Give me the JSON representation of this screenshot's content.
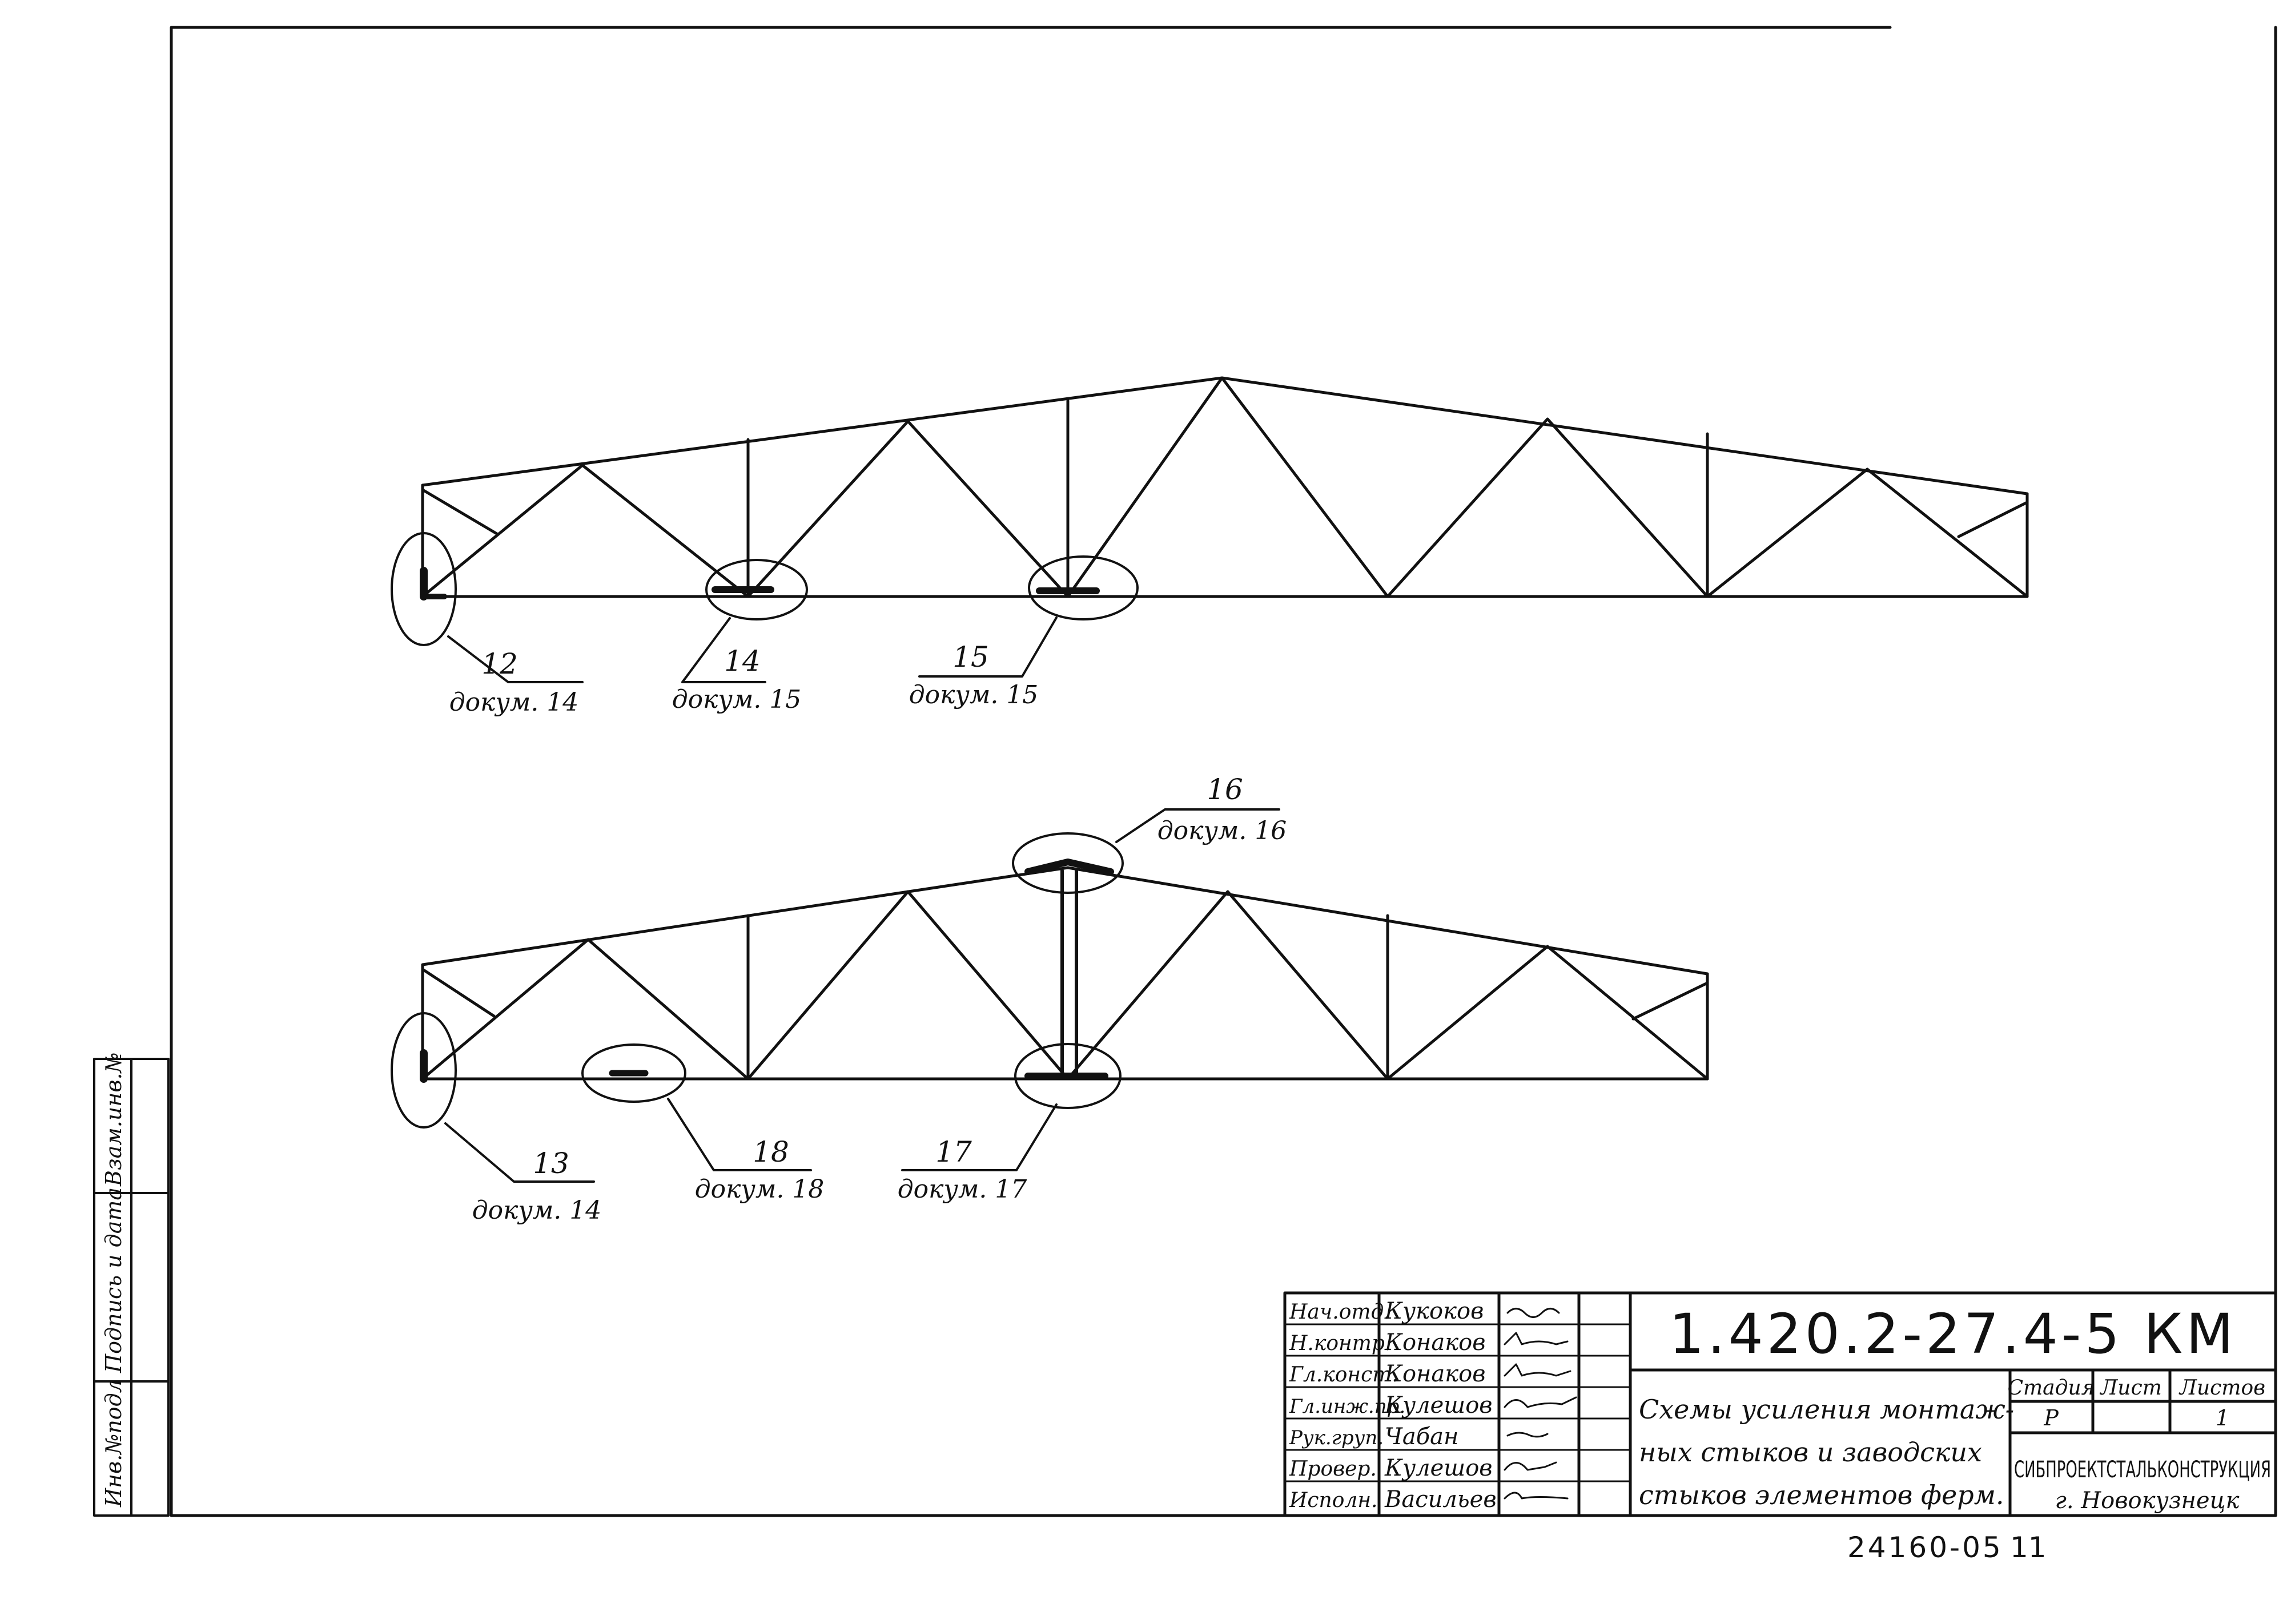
{
  "callouts": [
    {
      "number": "12",
      "doc": "докум. 14"
    },
    {
      "number": "14",
      "doc": "докум. 15"
    },
    {
      "number": "15",
      "doc": "докум. 15"
    },
    {
      "number": "16",
      "doc": "докум. 16"
    },
    {
      "number": "13",
      "doc": "докум. 14"
    },
    {
      "number": "18",
      "doc": "докум. 18"
    },
    {
      "number": "17",
      "doc": "докум. 17"
    }
  ],
  "side_stamp": {
    "inv_podl": "Инв.№подл",
    "podpis_data": "Подпись и дата",
    "vzam_inv": "Взам.инв.№"
  },
  "title_block": {
    "code": "1.420.2-27.4-5 КМ",
    "description_lines": [
      "Схемы усиления монтаж-",
      "ных стыков и заводских",
      "стыков элементов ферм."
    ],
    "signers": [
      {
        "role": "Нач.отд.",
        "name": "Кукоков"
      },
      {
        "role": "Н.контр.",
        "name": "Конаков"
      },
      {
        "role": "Гл.конст.",
        "name": "Конаков"
      },
      {
        "role": "Гл.инж.пр.",
        "name": "Кулешов"
      },
      {
        "role": "Рук.груп.",
        "name": "Чабан"
      },
      {
        "role": "Провер.",
        "name": "Кулешов"
      },
      {
        "role": "Исполн.",
        "name": "Васильев"
      }
    ],
    "stage_header": "Стадия",
    "sheet_header": "Лист",
    "sheets_header": "Листов",
    "stage_value": "Р",
    "sheets_value": "1",
    "organization": "СИБПРОЕКТСТАЛЬКОНСТРУКЦИЯ",
    "city": "г. Новокузнецк"
  },
  "footer": {
    "archive_number": "24160-05",
    "page": "11"
  }
}
